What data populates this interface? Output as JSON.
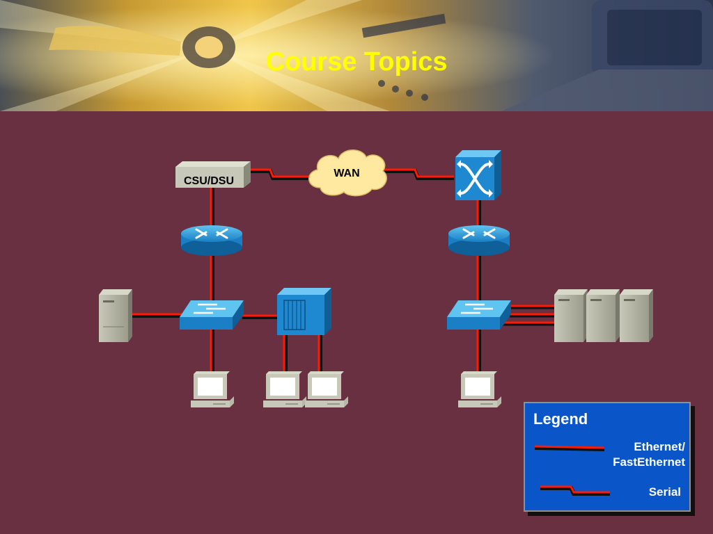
{
  "slide": {
    "title": "Course Topics"
  },
  "diagram": {
    "csu_dsu_label": "CSU/DSU",
    "wan_label": "WAN"
  },
  "legend": {
    "title": "Legend",
    "ethernet_label_line1": "Ethernet/",
    "ethernet_label_line2": "FastEthernet",
    "serial_label": "Serial"
  },
  "colors": {
    "background": "#693041",
    "title": "#ffff00",
    "link_red": "#ff1a00",
    "device_blue": "#1e88d0",
    "legend_bg": "#0a55c8",
    "cloud": "#ffe9a0"
  }
}
